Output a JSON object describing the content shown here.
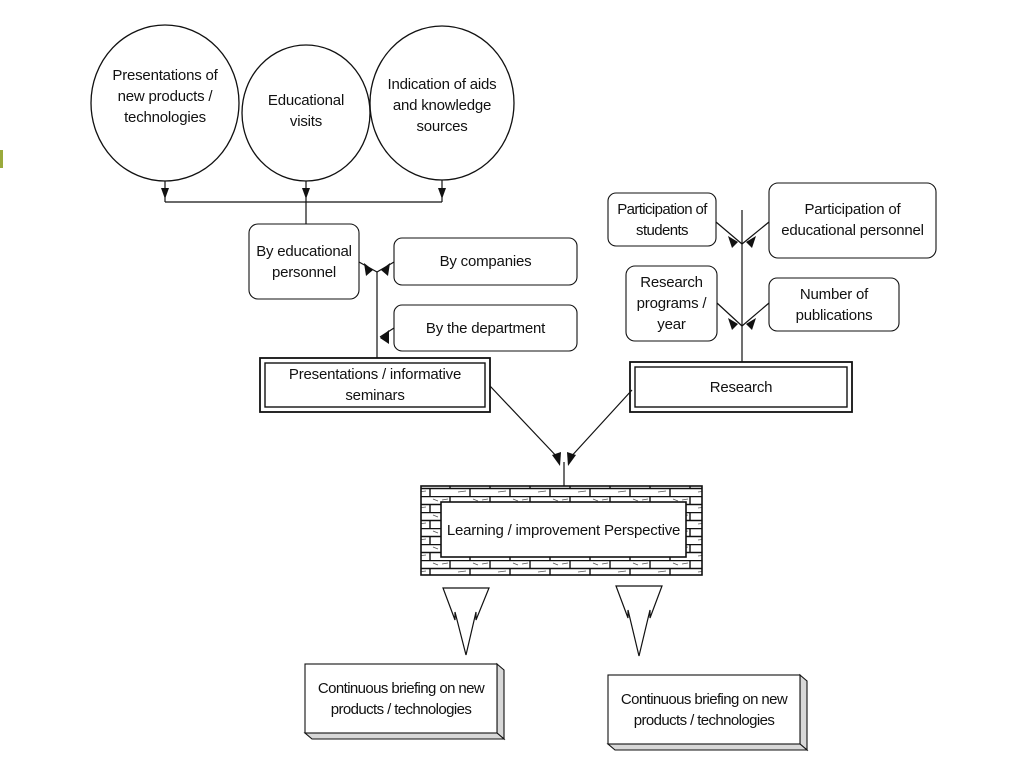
{
  "sources": {
    "presentations_new_products": "Presentations of new products / technologies",
    "educational_visits": "Educational visits",
    "indication_aids": "Indication of aids and knowledge sources"
  },
  "presenters": {
    "educational_personnel": "By educational personnel",
    "companies": "By companies",
    "department": "By the department"
  },
  "research_inputs": {
    "participation_students": "Participation of students",
    "participation_educational_personnel": "Participation of educational personnel",
    "research_programs": "Research programs / year",
    "publications": "Number of publications"
  },
  "seminars": "Presentations / informative seminars",
  "research": "Research",
  "perspective": "Learning / improvement Perspective",
  "outcomes": {
    "left": "Continuous briefing on new products / technologies",
    "right": "Continuous briefing on new products / technologies"
  }
}
